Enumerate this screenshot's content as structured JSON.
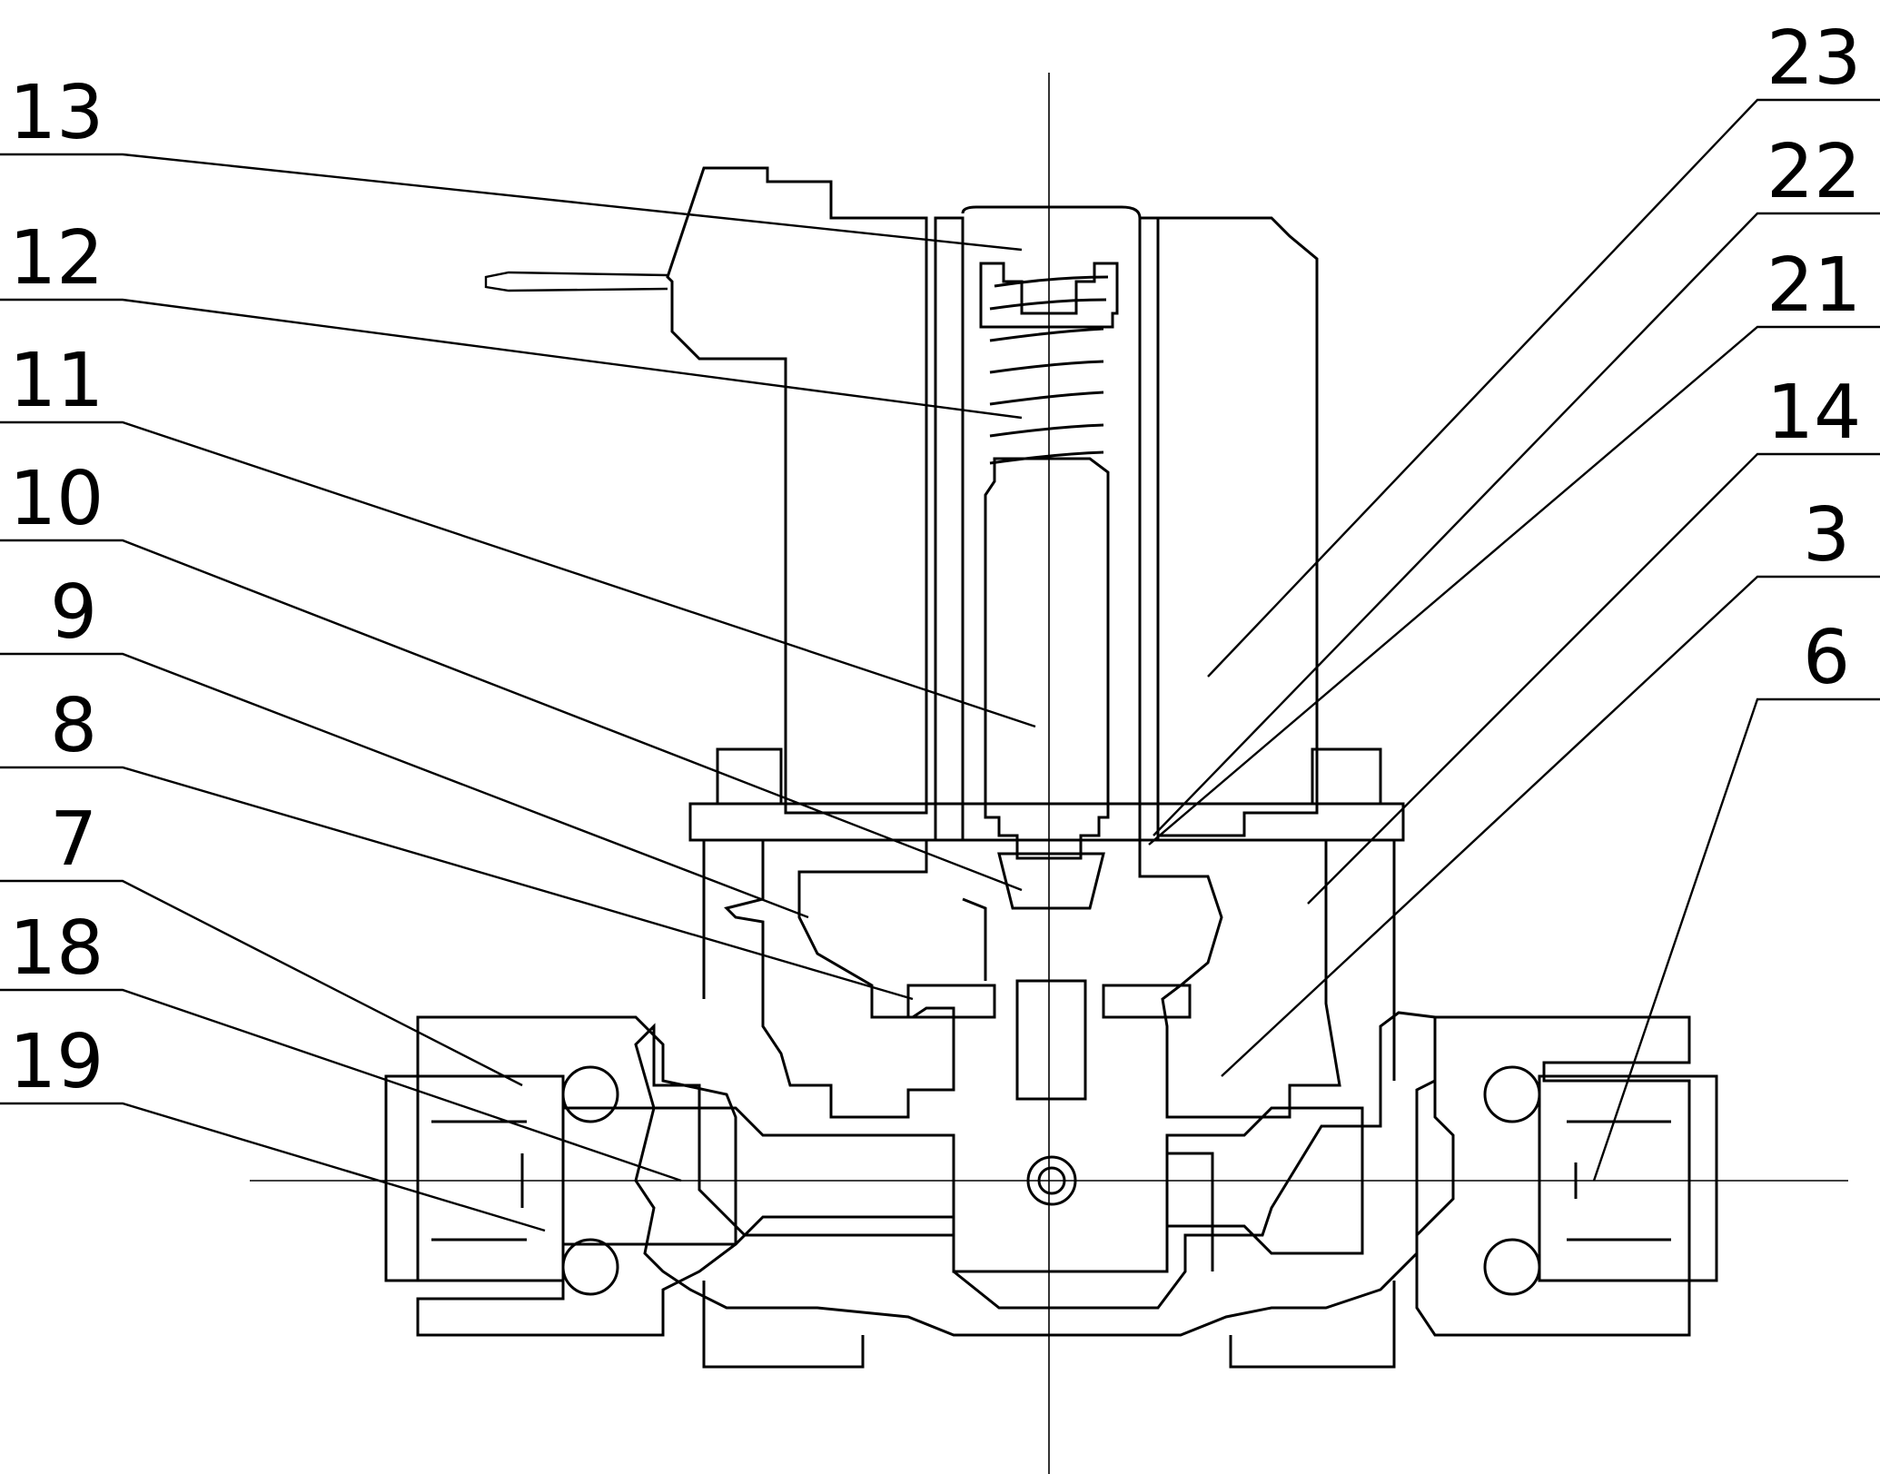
{
  "labels": {
    "left": [
      "13",
      "12",
      "11",
      "10",
      "9",
      "8",
      "7",
      "18",
      "19"
    ],
    "right": [
      "23",
      "22",
      "21",
      "14",
      "3",
      "6"
    ]
  },
  "colors": {
    "line": "#000000",
    "background": "#ffffff"
  }
}
